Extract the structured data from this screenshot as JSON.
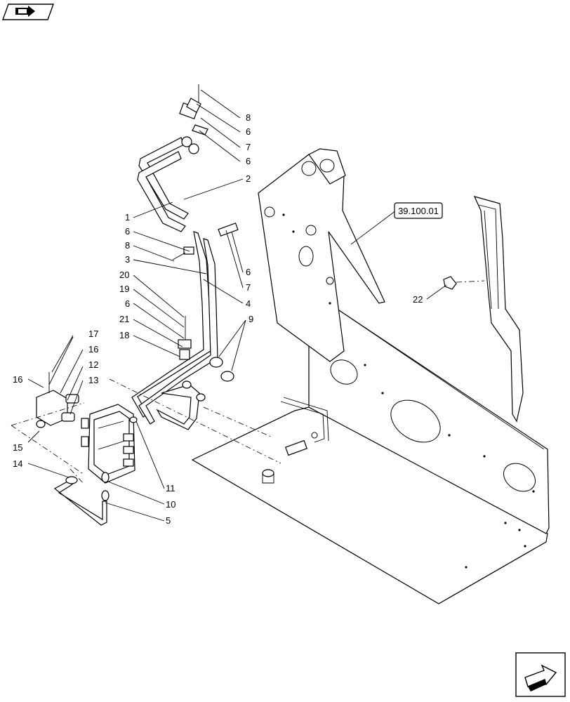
{
  "icons": {
    "top_left": "book-arrow-icon",
    "bottom_right": "next-page-arrow-icon"
  },
  "reference": {
    "label": "39.100.01"
  },
  "callouts": {
    "c1": "1",
    "c2": "2",
    "c3": "3",
    "c4": "4",
    "c5": "5",
    "c6a": "6",
    "c6b": "6",
    "c6c": "6",
    "c6d": "6",
    "c6e": "6",
    "c7a": "7",
    "c7b": "7",
    "c8a": "8",
    "c8b": "8",
    "c9": "9",
    "c10": "10",
    "c11": "11",
    "c12": "12",
    "c13": "13",
    "c14": "14",
    "c15": "15",
    "c16a": "16",
    "c16b": "16",
    "c17": "17",
    "c18": "18",
    "c19": "19",
    "c20": "20",
    "c21": "21",
    "c22": "22"
  }
}
